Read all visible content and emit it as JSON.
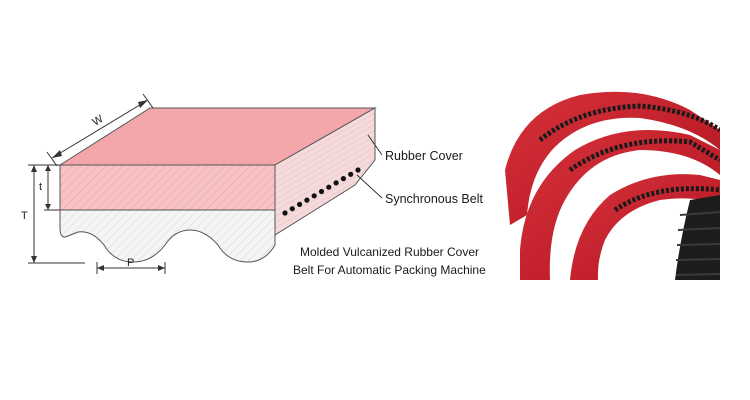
{
  "dimensions": {
    "width": "W",
    "thickness_total": "T",
    "cover_thickness": "t",
    "pitch": "P"
  },
  "callouts": {
    "rubber_cover": "Rubber Cover",
    "synchronous_belt": "Synchronous Belt"
  },
  "caption": {
    "line1": "Molded Vulcanized Rubber Cover",
    "line2": "Belt For Automatic Packing Machine"
  },
  "colors": {
    "rubber_top": "#f4a7aa",
    "rubber_front": "#f6c2c4",
    "rubber_side": "#f2dadb",
    "belt_base": "#f3f3f3",
    "photo_red": "#c4202a",
    "photo_teeth": "#1a1a1a"
  }
}
